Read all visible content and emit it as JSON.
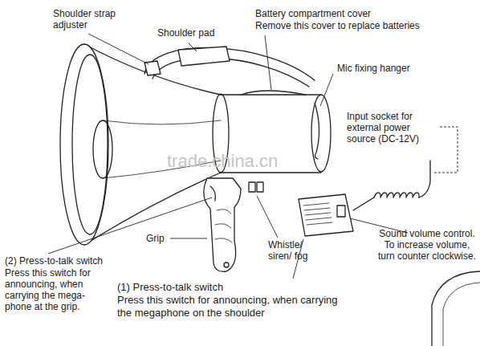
{
  "diagram": {
    "labels": [
      "Shoulder strap adjuster",
      "Shoulder pad",
      "Battery compartment cover",
      "Remove this cover to replace batteries",
      "Mic fixing hanger",
      "Input socket for external power source (DC-12V)",
      "trade.china.cn",
      "Grip",
      "Whistle/ siren/ fog",
      "Sound volume control. To increase volume, turn counter clockwise.",
      "(2) Press-to-talk switch",
      "Press this switch for announcing, when carrying the mega-phone at the grip.",
      "(1) Press-to-talk switch",
      "Press this switch for announcing, when carrying the megaphone on the shoulder"
    ]
  }
}
